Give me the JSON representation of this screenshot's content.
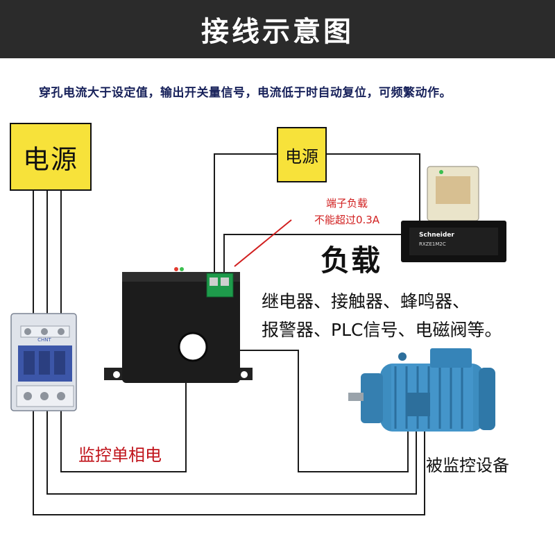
{
  "header": {
    "title": "接线示意图"
  },
  "subtitle": "穿孔电流大于设定值，输出开关量信号，电流低于时自动复位，可频繁动作。",
  "power_left": {
    "label": "电源"
  },
  "power_mid": {
    "label": "电源"
  },
  "terminal_note": {
    "line1": "端子负载",
    "line2": "不能超过0.3A"
  },
  "load": {
    "title": "负载",
    "line1": "继电器、接触器、蜂鸣器、",
    "line2": "报警器、PLC信号、电磁阀等。"
  },
  "relay": {
    "brand": "Schneider",
    "model": "RXZE1M2C"
  },
  "contactor": {
    "brand": "CHNT"
  },
  "monitor_label": "监控单相电",
  "device_label": "被监控设备",
  "colors": {
    "header_bg": "#2b2b2b",
    "psu_fill": "#f7e23a",
    "subtitle": "#17215a",
    "note_red": "#d11f1f",
    "monitor_red": "#c0131a",
    "motor_blue": "#3d8dc0",
    "terminal_green": "#1e9b4b"
  }
}
